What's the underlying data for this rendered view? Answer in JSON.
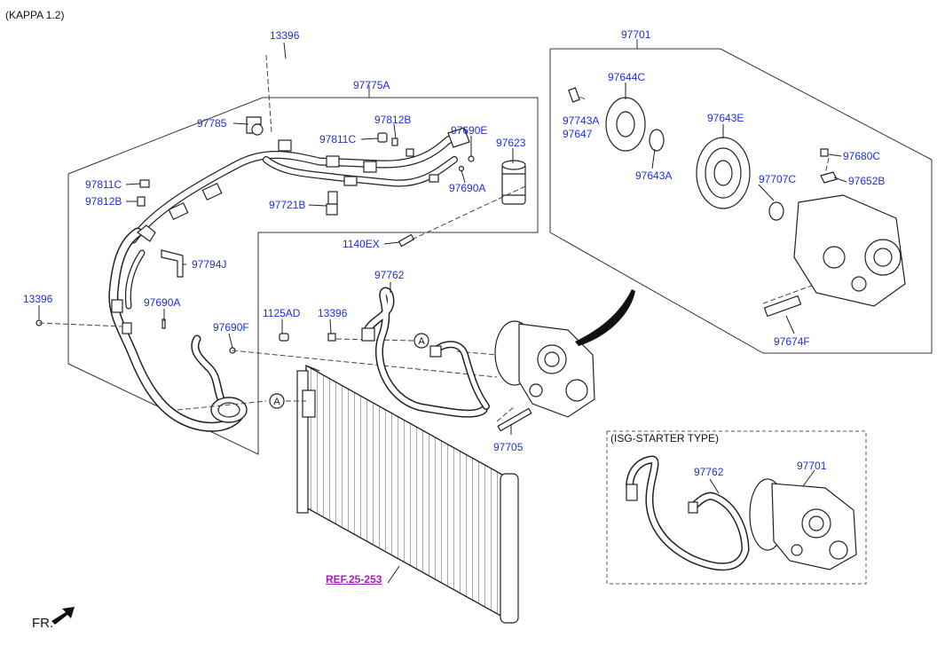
{
  "header": {
    "variant": "(KAPPA 1.2)"
  },
  "isg_box": {
    "title": "(ISG-STARTER TYPE)"
  },
  "ref_link": "REF.25-253",
  "front_indicator": "FR.",
  "callout_letter": "A",
  "colors": {
    "part_label": "#1f2fd6",
    "ref_link": "#a31db8",
    "line": "#222222"
  },
  "part_labels": {
    "p13396_top": "13396",
    "p97775A": "97775A",
    "p97785": "97785",
    "p97812B_top": "97812B",
    "p97811C_top": "97811C",
    "p97690E": "97690E",
    "p97623": "97623",
    "p97690A_top": "97690A",
    "p97721B": "97721B",
    "p97811C_left": "97811C",
    "p97812B_left": "97812B",
    "p1140EX": "1140EX",
    "p97794J": "97794J",
    "p13396_left": "13396",
    "p97690A_left": "97690A",
    "p1125AD": "1125AD",
    "p13396_mid": "13396",
    "p97762_main": "97762",
    "p97690F": "97690F",
    "p97705": "97705",
    "p97701_main": "97701",
    "p97644C": "97644C",
    "p97743A": "97743A",
    "p97647": "97647",
    "p97643E": "97643E",
    "p97643A": "97643A",
    "p97680C": "97680C",
    "p97707C": "97707C",
    "p97652B": "97652B",
    "p97674F": "97674F",
    "p97762_isg": "97762",
    "p97701_isg": "97701"
  }
}
